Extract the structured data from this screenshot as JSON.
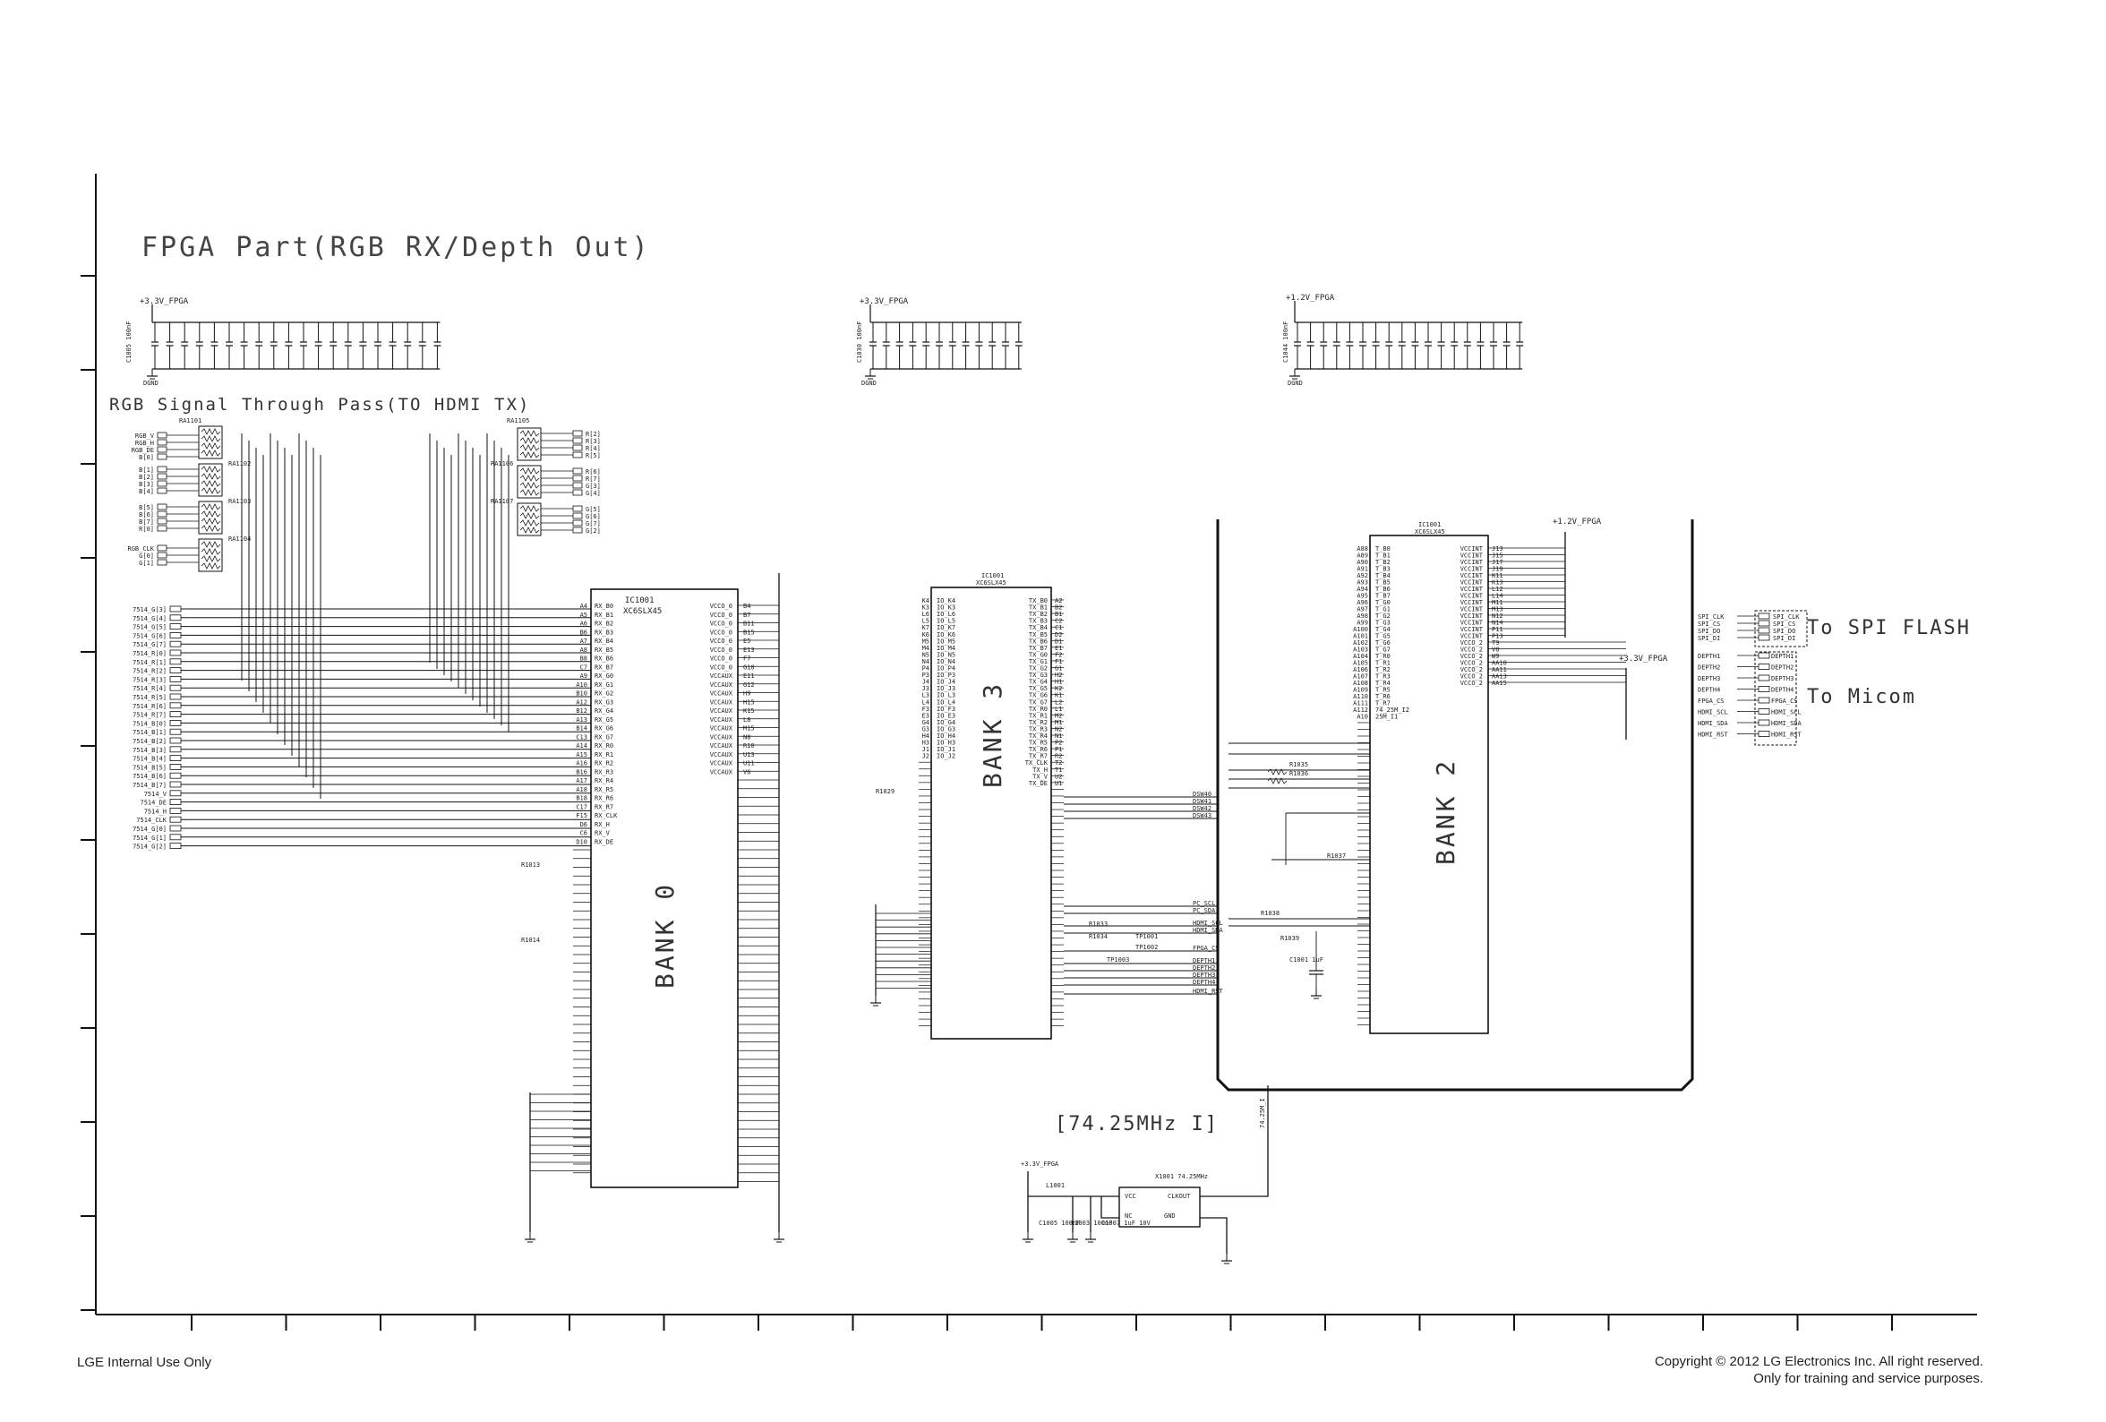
{
  "sheet": {
    "title": "FPGA Part(RGB RX/Depth Out)",
    "rgb_pass_label": "RGB Signal Through Pass(TO HDMI TX)",
    "clock_note": "[74.25MHz I]",
    "to_spi_flash": "To SPI FLASH",
    "to_micom": "To Micom"
  },
  "rails": {
    "v33_fpga": "+3.3V_FPGA",
    "v12_fpga": "+1.2V_FPGA",
    "dgnd": "DGND"
  },
  "decoupling_groups": [
    {
      "rail": "+3.3V_FPGA",
      "ref": "C1005 100nF",
      "count": 20
    },
    {
      "rail": "+3.3V_FPGA",
      "ref": "C1030 100nF",
      "count": 12
    },
    {
      "rail": "+1.2V_FPGA",
      "ref": "C1044 100nF",
      "count": 18
    }
  ],
  "resistor_arrays": [
    "RA1101",
    "RA1102",
    "RA1103",
    "RA1104",
    "RA1105",
    "RA1106",
    "RA1107"
  ],
  "left_inputs": [
    "RGB_V",
    "RGB_H",
    "RGB_DE",
    "B[0]",
    "B[1]",
    "B[2]",
    "B[3]",
    "B[4]",
    "B[5]",
    "B[6]",
    "B[7]",
    "R[0]",
    "RGB_CLK",
    "G[0]",
    "G[1]"
  ],
  "right_outputs": [
    "R[2]",
    "R[3]",
    "R[4]",
    "R[5]",
    "R[6]",
    "R[7]",
    "G[3]",
    "G[4]",
    "G[5]",
    "G[6]",
    "G[7]",
    "G[2]"
  ],
  "bus_7514": [
    "7514_G[3]",
    "7514_G[4]",
    "7514_G[5]",
    "7514_G[6]",
    "7514_G[7]",
    "7514_R[0]",
    "7514_R[1]",
    "7514_R[2]",
    "7514_R[3]",
    "7514_R[4]",
    "7514_R[5]",
    "7514_R[6]",
    "7514_R[7]",
    "7514_B[0]",
    "7514_B[1]",
    "7514_B[2]",
    "7514_B[3]",
    "7514_B[4]",
    "7514_B[5]",
    "7514_B[6]",
    "7514_B[7]",
    "7514_V",
    "7514_DE",
    "7514_H",
    "7514_CLK",
    "7514_G[0]",
    "7514_G[1]",
    "7514_G[2]"
  ],
  "ic": {
    "ref": "IC1001",
    "part": "XC6SLX45",
    "bank0": "BANK 0",
    "bank2": "BANK 2",
    "bank3": "BANK 3"
  },
  "bank0_left_pins": [
    "A4 RX_B0",
    "A5 RX_B1",
    "A6 RX_B2",
    "B6 RX_B3",
    "A7 RX_B4",
    "A8 RX_B5",
    "B8 RX_B6",
    "C7 RX_B7",
    "A9 RX_G0",
    "A10 RX_G1",
    "B10 RX_G2",
    "A12 RX_G3",
    "B12 RX_G4",
    "A13 RX_G5",
    "B14 RX_G6",
    "C13 RX_G7",
    "A14 RX_R0",
    "A15 RX_R1",
    "A16 RX_R2",
    "B16 RX_R3",
    "A17 RX_R4",
    "A18 RX_R5",
    "B18 RX_R6",
    "C17 RX_R7",
    "F15 RX_CLK",
    "D6 RX_H",
    "C6 RX_V",
    "D10 RX_DE"
  ],
  "bank0_right_pins": [
    "B4 VCCO_0",
    "B7 VCCO_0",
    "B11 VCCO_0",
    "B15 VCCO_0",
    "E5 VCCO_0",
    "E13 VCCO_0",
    "F7 VCCO_0",
    "G10 VCCO_0",
    "E11 VCCAUX",
    "G12 VCCAUX",
    "H9 VCCAUX",
    "H15 VCCAUX",
    "K15 VCCAUX",
    "L8 VCCAUX",
    "M15 VCCAUX",
    "N8 VCCAUX",
    "R10 VCCAUX",
    "U13 VCCAUX",
    "U11 VCCAUX",
    "V6 VCCAUX"
  ],
  "bank3_left_pins": [
    "K4 IO_K4",
    "K3 IO_K3",
    "L6 IO_L6",
    "L5 IO_L5",
    "K7 IO_K7",
    "K6 IO_K6",
    "M5 IO_M5",
    "M4 IO_M4",
    "N5 IO_N5",
    "N4 IO_N4",
    "P4 IO_P4",
    "P3 IO_P3",
    "J4 IO_J4",
    "J3 IO_J3",
    "L3 IO_L3",
    "L4 IO_L4",
    "F3 IO_F3",
    "E3 IO_E3",
    "G4 IO_G4",
    "G3 IO_G3",
    "H4 IO_H4",
    "H3 IO_H3",
    "J1 IO_J1",
    "J2 IO_J2"
  ],
  "bank3_right_pins": [
    "A2 TX_B0",
    "B2 TX_B1",
    "B1 TX_B2",
    "C2 TX_B3",
    "C1 TX_B4",
    "D2 TX_B5",
    "D1 TX_B6",
    "E1 TX_B7",
    "F2 TX_G0",
    "F1 TX_G1",
    "G1 TX_G2",
    "H2 TX_G3",
    "H1 TX_G4",
    "K2 TX_G5",
    "K1 TX_G6",
    "L2 TX_G7",
    "L1 TX_R0",
    "M2 TX_R1",
    "M1 TX_R2",
    "N2 TX_R3",
    "N1 TX_R4",
    "P2 TX_R5",
    "P1 TX_R6",
    "R2 TX_R7",
    "T2 TX_CLK",
    "T1 TX_H",
    "U2 TX_V",
    "U1 TX_DE"
  ],
  "bank3_signals": [
    "DSW40",
    "DSW41",
    "DSW42",
    "DSW43",
    "PC_SCL",
    "PC_SDA",
    "HDMI_SCL",
    "HDMI_SDA",
    "FPGA_CS",
    "DEPTH1",
    "DEPTH2",
    "DEPTH3",
    "DEPTH4",
    "HDMI_RST"
  ],
  "bank2_left_pins": [
    "A88 T_B0",
    "A89 T_B1",
    "A90 T_B2",
    "A91 T_B3",
    "A92 T_B4",
    "A93 T_B5",
    "A94 T_B6",
    "A95 T_B7",
    "A96 T_G0",
    "A97 T_G1",
    "A98 T_G2",
    "A99 T_G3",
    "A100 T_G4",
    "A101 T_G5",
    "A102 T_G6",
    "A103 T_G7",
    "A104 T_R0",
    "A105 T_R1",
    "A106 T_R2",
    "A107 T_R3",
    "A108 T_R4",
    "A109 T_R5",
    "A110 T_R6",
    "A111 T_R7",
    "A112 74_25M_I2",
    "A10 25M_I1"
  ],
  "bank2_right_pins": [
    "VCCINT J13",
    "VCCINT J15",
    "VCCINT J17",
    "VCCINT J19",
    "VCCINT K11",
    "VCCINT K13",
    "VCCINT L12",
    "VCCINT L14",
    "VCCINT M11",
    "VCCINT M13",
    "VCCINT N12",
    "VCCINT N14",
    "VCCINT P11",
    "VCCINT P13",
    "VCCO_2 T9",
    "VCCO_2 V8",
    "VCCO_2 W9",
    "VCCO_2 AA10",
    "VCCO_2 AA11",
    "VCCO_2 AA13",
    "VCCO_2 AA15"
  ],
  "clock": {
    "net": "74.25M_I",
    "ref": "X1001 74.25MHz",
    "inductor": "L1001",
    "pins": [
      "VCC",
      "NC",
      "GND",
      "CLKOUT"
    ],
    "caps": [
      "C1005 100nF",
      "C1003 100nF",
      "C1007 1uF 10V"
    ]
  },
  "misc_parts": [
    "R1013",
    "R1014",
    "R1029",
    "R1033",
    "R1034",
    "R1035",
    "R1036",
    "R1037",
    "R1038",
    "R1039",
    "C1001 1uF",
    "TP1001",
    "TP1002",
    "TP1003"
  ],
  "spi_flash_nets": [
    "SPI_CLK",
    "SPI_CS",
    "SPI_DO",
    "SPI_DI"
  ],
  "micom_nets": [
    "DEPTH1",
    "DEPTH2",
    "DEPTH3",
    "DEPTH4",
    "FPGA_CS",
    "HDMI_SCL",
    "HDMI_SDA",
    "HDMI_RST"
  ],
  "footer": {
    "left": "LGE Internal Use Only",
    "right_line1": "Copyright © 2012 LG Electronics Inc. All right reserved.",
    "right_line2": "Only for training and service purposes."
  }
}
